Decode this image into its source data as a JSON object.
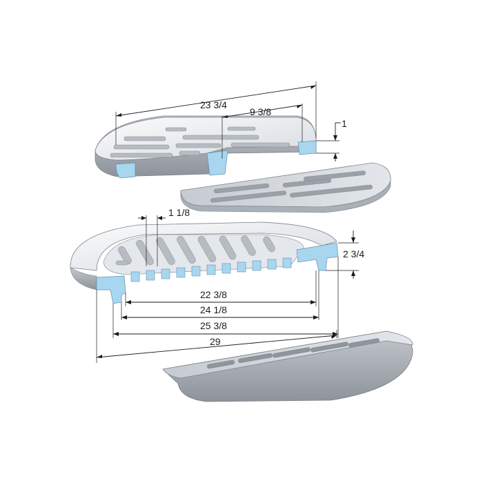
{
  "colors": {
    "metal_light": "#eef0f2",
    "metal_mid": "#c9ced3",
    "metal_dark": "#9aa0a7",
    "section_blue": "#a9d6ef",
    "slot_shadow": "#b7bcc2",
    "dimension_line": "#1a1a1a"
  },
  "dimensions": {
    "top_grate_width": "23 3/4",
    "top_grate_offset": "9 3/8",
    "top_grate_thickness": "1",
    "frame_seat_width": "1 1/8",
    "frame_depth": "2 3/4",
    "inner_opening": "22 3/8",
    "seat_diameter": "24 1/8",
    "frame_inner_diameter": "25 3/8",
    "frame_outer_diameter": "29"
  }
}
